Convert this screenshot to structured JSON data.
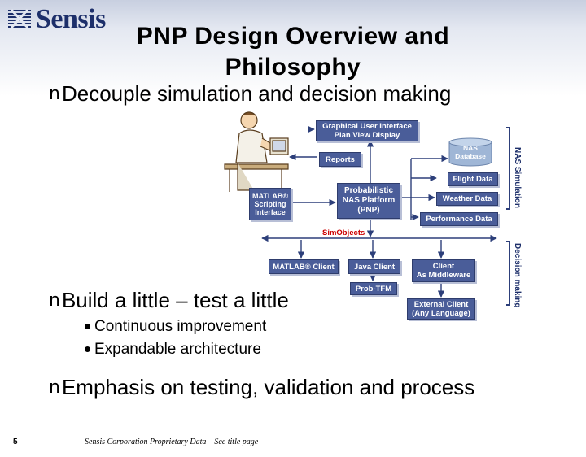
{
  "logo": {
    "text": "Sensis"
  },
  "title": {
    "line1": "PNP Design Overview and",
    "line2": "Philosophy"
  },
  "bullets": [
    {
      "marker": "n",
      "text": "Decouple simulation and decision making"
    },
    {
      "marker": "n",
      "text": "Build a little – test a little",
      "subs": [
        "Continuous improvement",
        "Expandable architecture"
      ]
    },
    {
      "marker": "n",
      "text": "Emphasis on testing, validation and process"
    }
  ],
  "diagram": {
    "gui": "Graphical User Interface\nPlan View Display",
    "reports": "Reports",
    "nas_database": "NAS\nDatabase",
    "flight_data": "Flight Data",
    "matlab_scripting": "MATLAB®\nScripting\nInterface",
    "pnp": "Probabilistic\nNAS Platform\n(PNP)",
    "weather_data": "Weather Data",
    "performance_data": "Performance Data",
    "simobjects": "SimObjects",
    "matlab_client": "MATLAB® Client",
    "java_client": "Java Client",
    "client_middleware": "Client\nAs Middleware",
    "prob_tfm": "Prob-TFM",
    "external_client": "External Client\n(Any Language)",
    "nas_simulation_label": "NAS Simulation",
    "decision_making_label": "Decision making"
  },
  "footer": {
    "page_number": "5",
    "notice": "Sensis Corporation Proprietary Data – See title page"
  },
  "colors": {
    "box": "#4a5d99",
    "brand": "#1d2f6a",
    "simobjects": "#cc0000"
  }
}
